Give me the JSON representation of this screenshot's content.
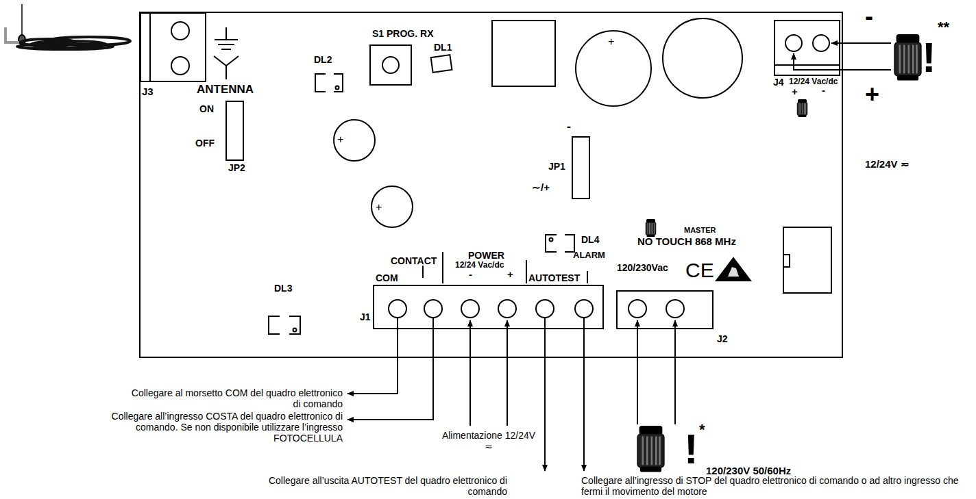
{
  "diagram": {
    "nodes": [
      {
        "text": [
          "ANTENNA",
          "J3",
          "ON",
          "OFF",
          "JP2",
          "DL2",
          "S1 PROG. RX",
          "DL1",
          "+",
          "+",
          "+",
          "-",
          "JP1",
          "∼/+",
          "12/24  Vac/dc",
          "J4",
          "+",
          "-",
          "DL4",
          "ALARM",
          "MASTER",
          "NO TOUCH 868 MHz",
          "CE",
          "120/230Vac",
          "DL3",
          "COM",
          "CONTACT",
          "POWER",
          "12/24  Vac/dc",
          "-",
          "+",
          "AUTOTEST",
          "J1",
          "J2"
        ]
      }
    ],
    "labels": [
      "-",
      "+",
      "!",
      "**",
      "12/24V ≂",
      "!",
      "*",
      "120/230V 50/60Hz",
      "Collegare al morsetto COM del quadro elettronico di comando",
      "Collegare all’ingresso COSTA del quadro elettronico di comando. Se non disponibile utilizzare l’ingresso FOTOCELLULA",
      "Alimentazione 12/24V ≂",
      "Collegare all’uscita AUTOTEST del quadro elettronico di comando",
      "Collegare all’ingresso di STOP del quadro elettronico di comando o ad altro ingresso che fermi il movimento del motore"
    ]
  }
}
